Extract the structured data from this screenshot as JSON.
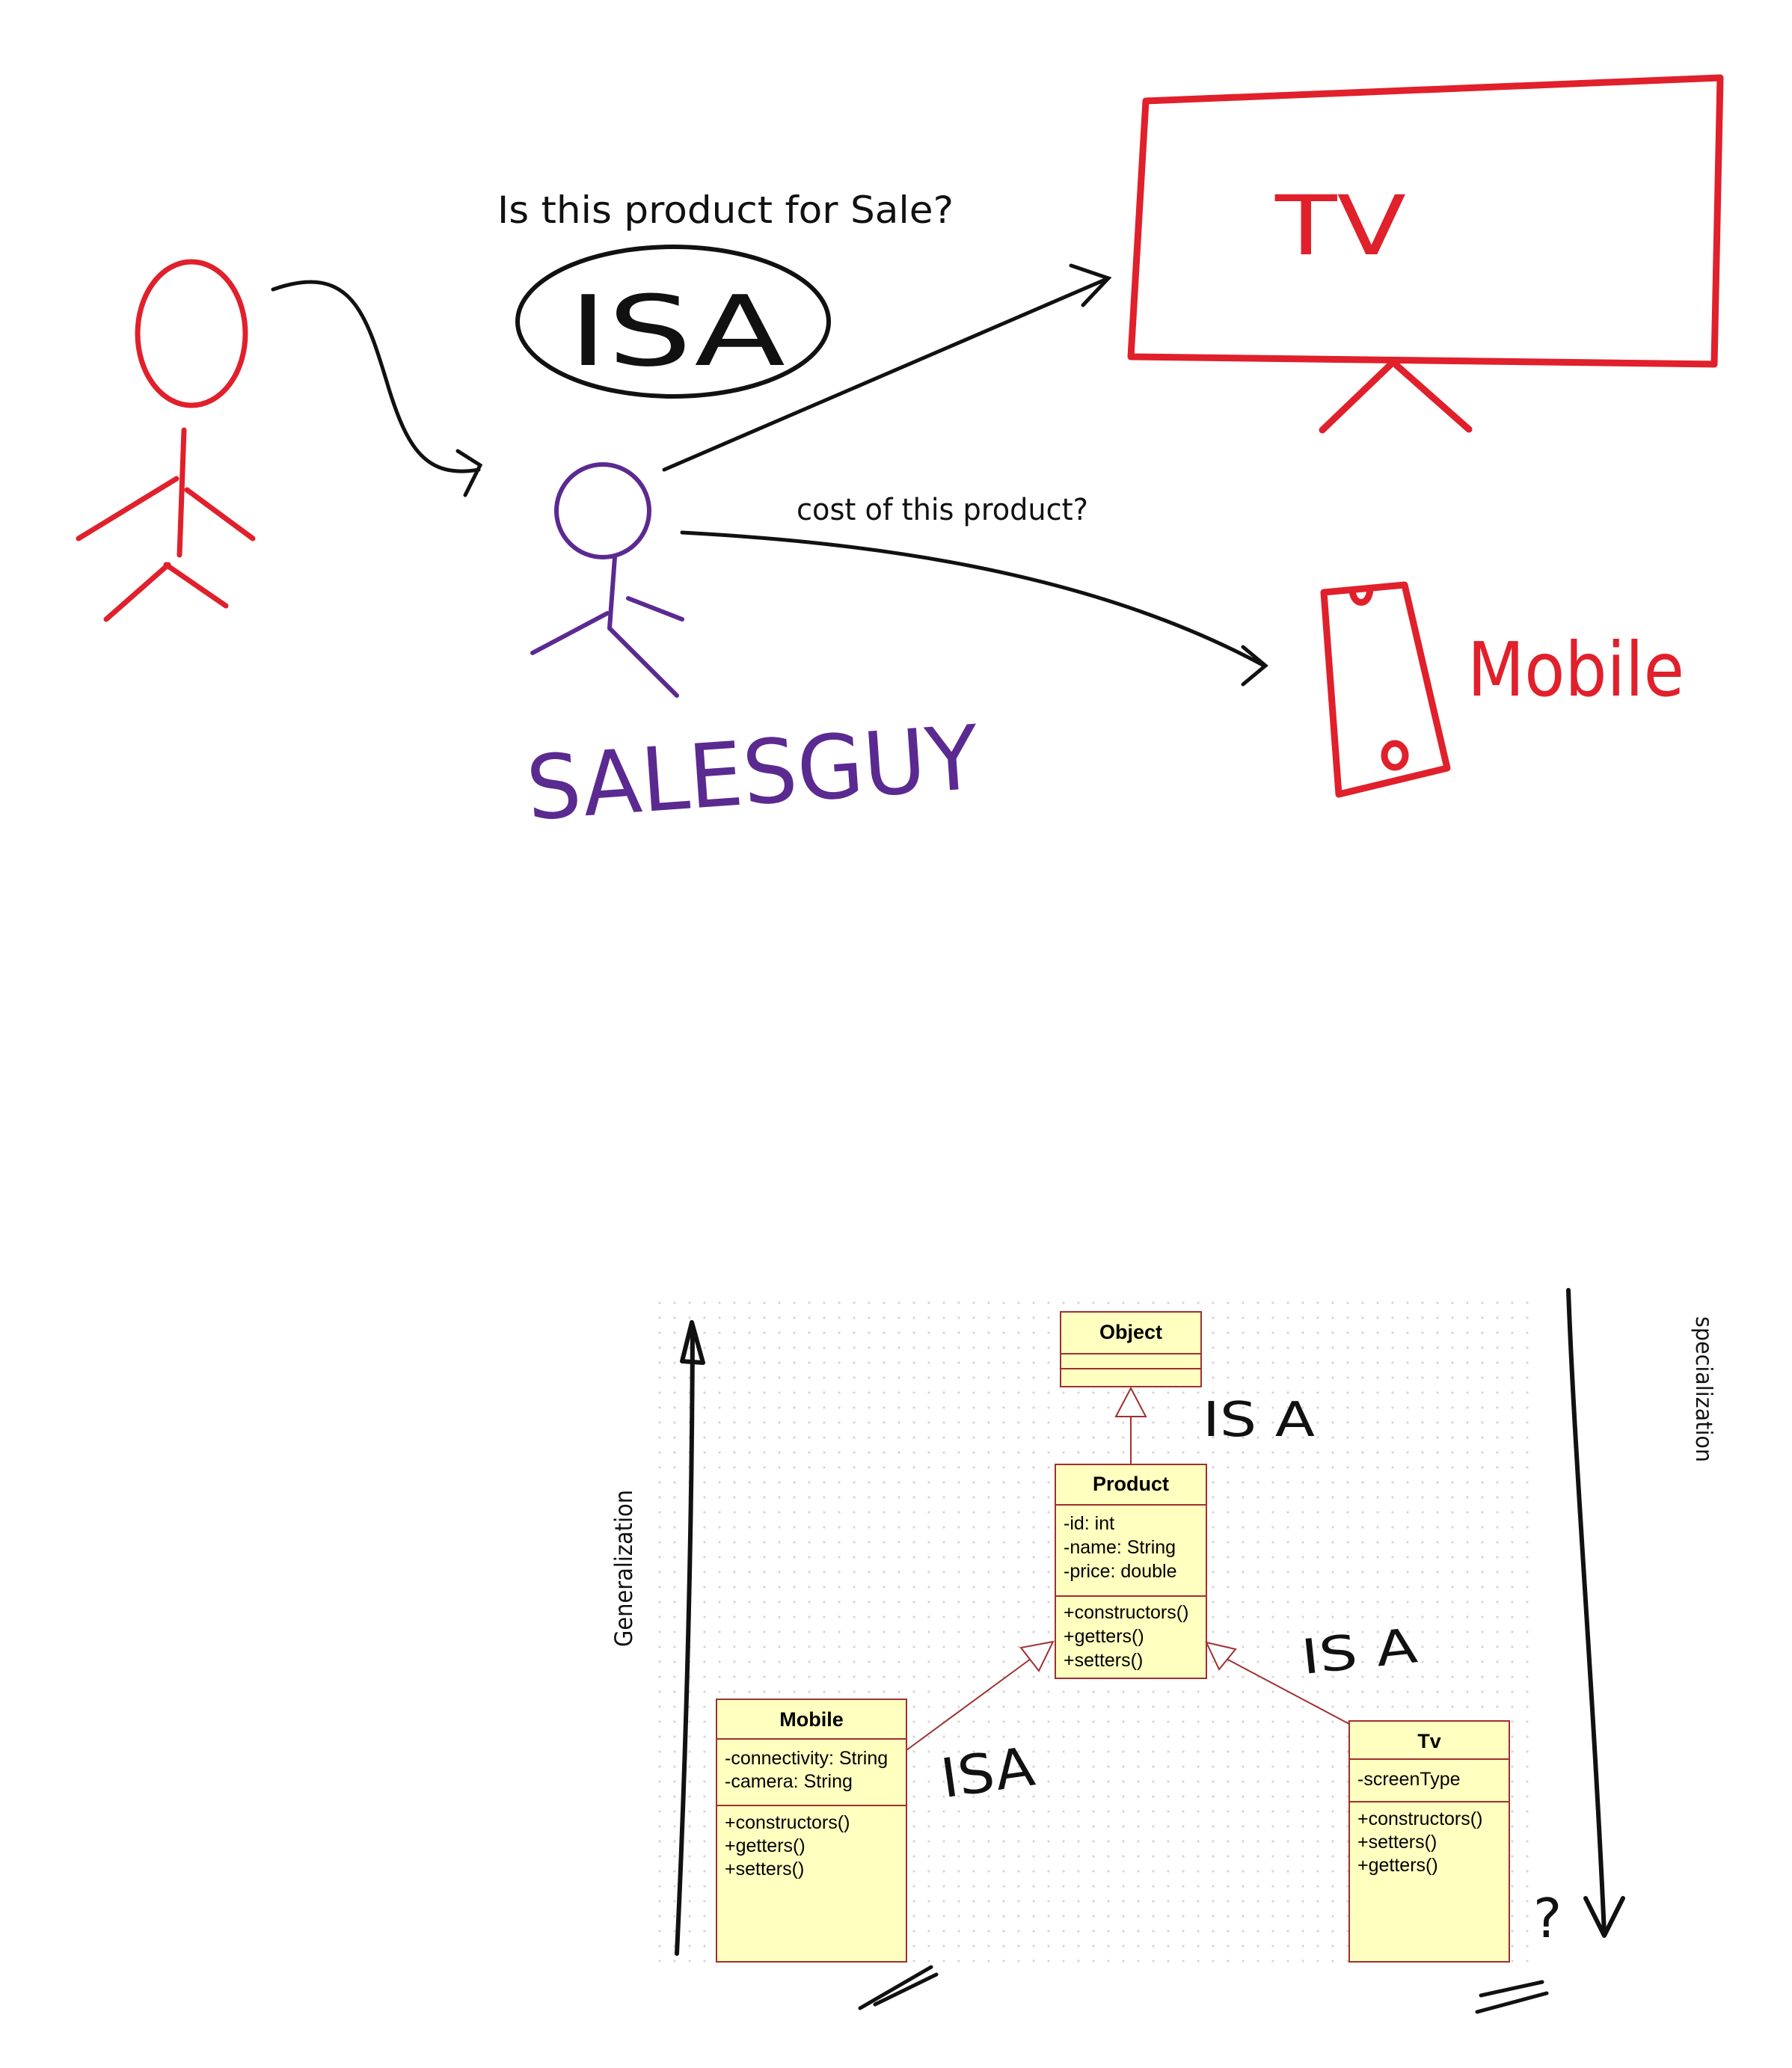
{
  "sketch": {
    "question_sale": "Is this product for Sale?",
    "isa_bubble": "ISA",
    "tv_label": "TV",
    "question_cost": "cost of this product?",
    "mobile_label": "Mobile",
    "salesguy_label": "SALESGUY"
  },
  "uml": {
    "object": {
      "name": "Object"
    },
    "product": {
      "name": "Product",
      "attributes": [
        "-id: int",
        "-name: String",
        "-price: double"
      ],
      "methods": [
        "+constructors()",
        "+getters()",
        "+setters()"
      ]
    },
    "mobile": {
      "name": "Mobile",
      "attributes": [
        "-connectivity: String",
        "-camera: String"
      ],
      "methods": [
        "+constructors()",
        "+getters()",
        "+setters()"
      ]
    },
    "tv": {
      "name": "Tv",
      "attributes": [
        "-screenType"
      ],
      "methods": [
        "+constructors()",
        "+setters()",
        "+getters()"
      ]
    }
  },
  "annotations": {
    "isa_object": "IS A",
    "isa_tv": "IS A",
    "isa_mobile": "ISA",
    "generalization": "Generalization",
    "specialization": "specialization",
    "question_mark": "?"
  },
  "colors": {
    "red": "#e0202b",
    "purple": "#5b2a91",
    "ink": "#111111",
    "uml_fill": "#ffffc0",
    "uml_border": "#a03030"
  }
}
